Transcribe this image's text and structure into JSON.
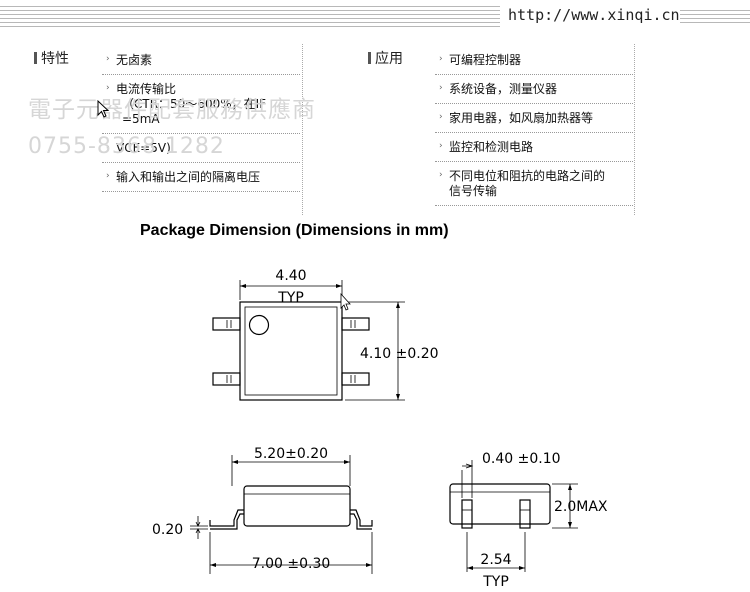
{
  "header": {
    "url": "http://www.xinqi.cn"
  },
  "features": {
    "title": "特性",
    "items": [
      {
        "lines": [
          "无卤素"
        ]
      },
      {
        "lines": [
          "电流传输比",
          "（CTR：50～600%，在IF",
          "=5mA"
        ]
      },
      {
        "lines": [
          "VCE=5V)"
        ]
      },
      {
        "lines": [
          "输入和输出之间的隔离电压"
        ]
      }
    ]
  },
  "applications": {
    "title": "应用",
    "items": [
      {
        "lines": [
          "可编程控制器"
        ]
      },
      {
        "lines": [
          "系统设备，测量仪器"
        ]
      },
      {
        "lines": [
          "家用电器，如风扇加热器等"
        ]
      },
      {
        "lines": [
          "监控和检测电路"
        ]
      },
      {
        "lines": [
          "不同电位和阻抗的电路之间的",
          "信号传输"
        ]
      }
    ]
  },
  "watermark": {
    "line1": "電子元器件配套服務供應商",
    "line2": "0755-8368 1282"
  },
  "package": {
    "title": "Package Dimension (Dimensions in mm)",
    "top_width": "4.40",
    "top_width_note": "TYP",
    "top_height": "4.10 ±0.20",
    "side_body_width": "5.20±0.20",
    "side_thickness": "0.20",
    "side_overall_width": "7.00 ±0.30",
    "end_lead_width": "0.40 ±0.10",
    "end_height": "2.0MAX",
    "end_pitch": "2.54",
    "end_pitch_note": "TYP"
  }
}
